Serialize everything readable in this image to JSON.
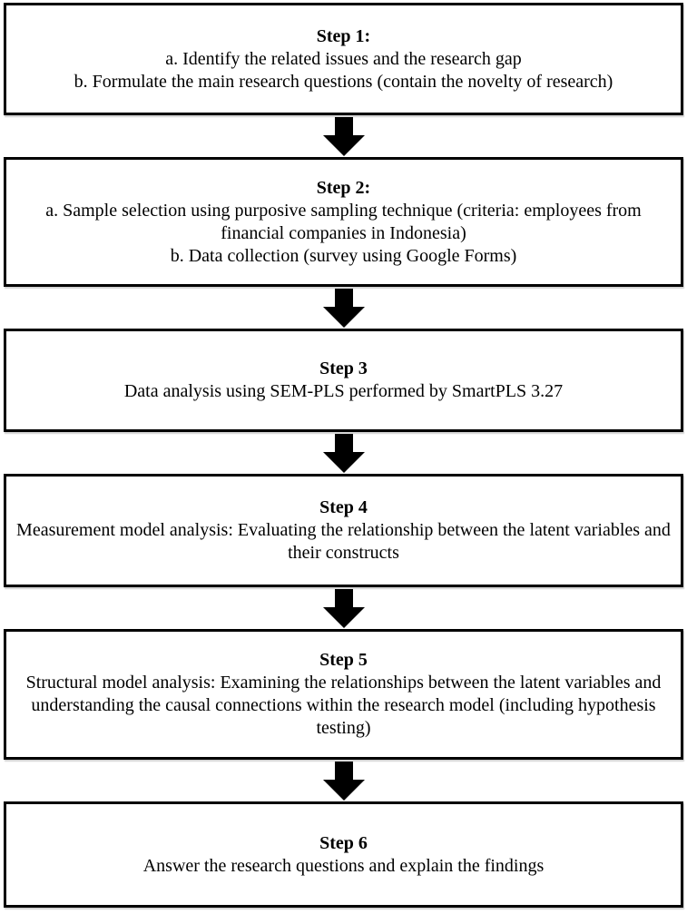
{
  "diagram": {
    "type": "flowchart",
    "direction": "top-to-bottom",
    "connector": "solid-block-down-arrow"
  },
  "colors": {
    "background": "#ffffff",
    "box_border": "#000000",
    "text": "#000000",
    "arrow": "#000000"
  },
  "steps": [
    {
      "title": "Step 1:",
      "lines": [
        "a. Identify the related issues and the research gap",
        "b. Formulate the main research questions (contain the novelty of research)"
      ]
    },
    {
      "title": "Step 2:",
      "lines": [
        "a. Sample selection using purposive sampling technique (criteria: employees from financial companies in Indonesia)",
        "b. Data collection (survey using Google Forms)"
      ]
    },
    {
      "title": "Step 3",
      "lines": [
        "Data analysis using SEM-PLS performed by SmartPLS 3.27"
      ]
    },
    {
      "title": "Step 4",
      "lines": [
        "Measurement model analysis: Evaluating the relationship between the latent variables and their constructs"
      ]
    },
    {
      "title": "Step 5",
      "lines": [
        "Structural model analysis: Examining the relationships between the latent variables and understanding the causal connections within the research model (including hypothesis testing)"
      ]
    },
    {
      "title": "Step 6",
      "lines": [
        "Answer the research questions and explain the findings"
      ]
    }
  ]
}
